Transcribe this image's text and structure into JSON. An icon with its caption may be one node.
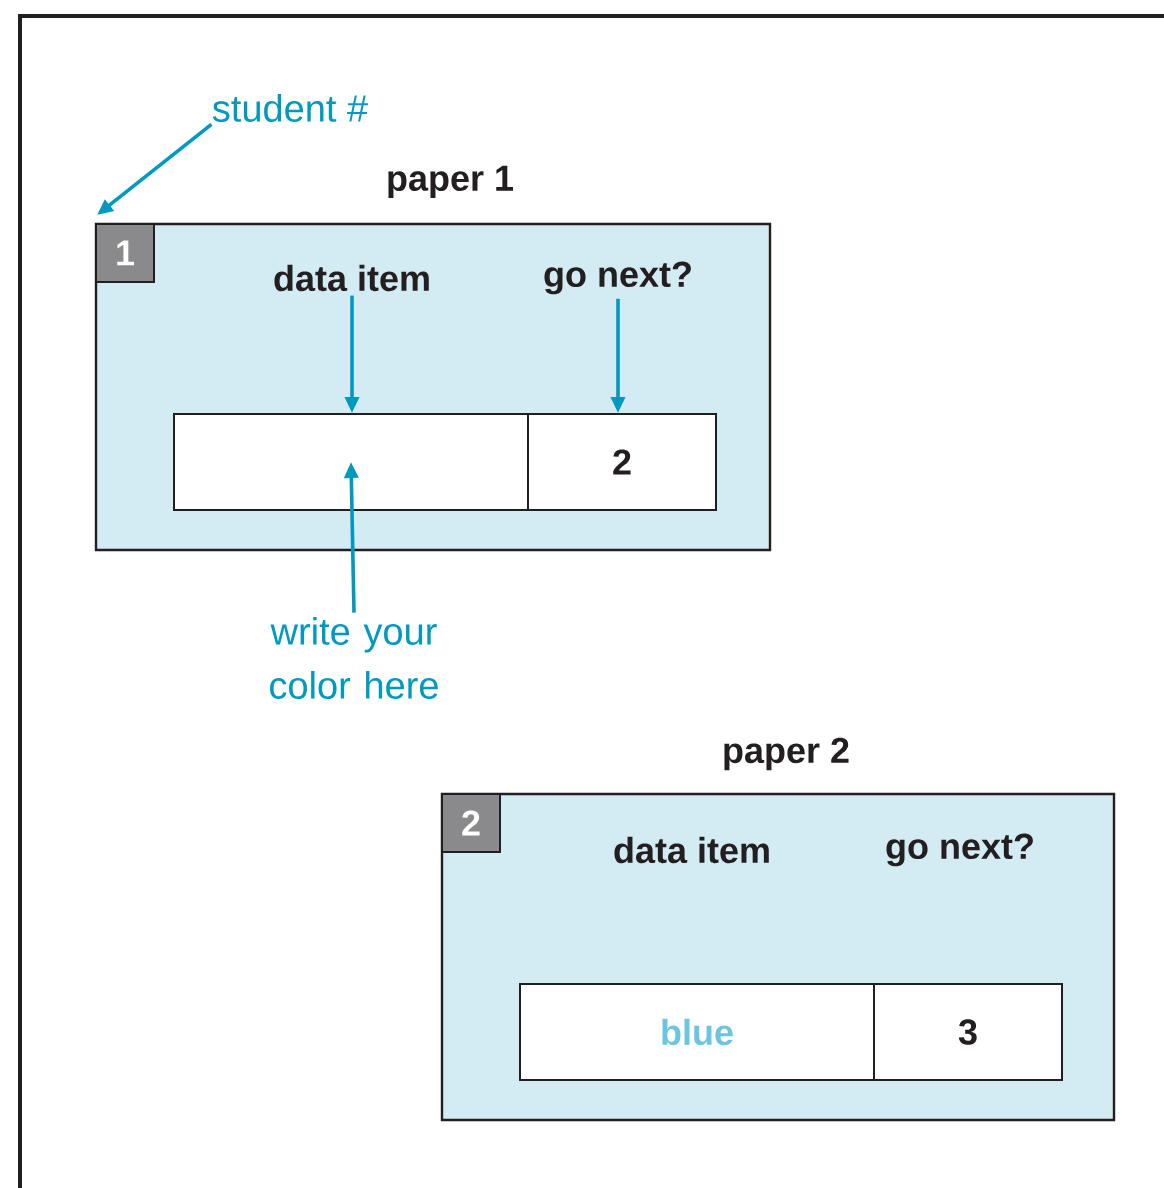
{
  "diagram": {
    "nodes": [
      {
        "text": [
          "paper 1"
        ]
      },
      {
        "text": [
          "1"
        ],
        "in": 0
      },
      {
        "text": [
          "data item"
        ],
        "in": 0
      },
      {
        "text": [
          "go next?"
        ],
        "in": 0
      },
      {
        "text": [],
        "shape": "box",
        "in": 0
      },
      {
        "text": [
          "2"
        ],
        "in": 0
      },
      {
        "text": [
          "student #"
        ]
      },
      {
        "text": [
          "write your color here"
        ]
      },
      {
        "text": [
          "paper 2",
          "data item",
          "go next?"
        ]
      },
      {
        "text": [
          "2"
        ],
        "in": 8
      },
      {
        "text": [
          "blue"
        ],
        "in": 8
      },
      {
        "text": [
          "3"
        ],
        "in": 8
      }
    ],
    "edges": [
      {
        "from": 6,
        "to": 1,
        "arrow": "to"
      },
      {
        "from": 2,
        "to": 4,
        "arrow": "to"
      },
      {
        "from": 3,
        "to": 5,
        "arrow": "to"
      },
      {
        "from": 7,
        "to": 4,
        "arrow": "to"
      }
    ]
  }
}
